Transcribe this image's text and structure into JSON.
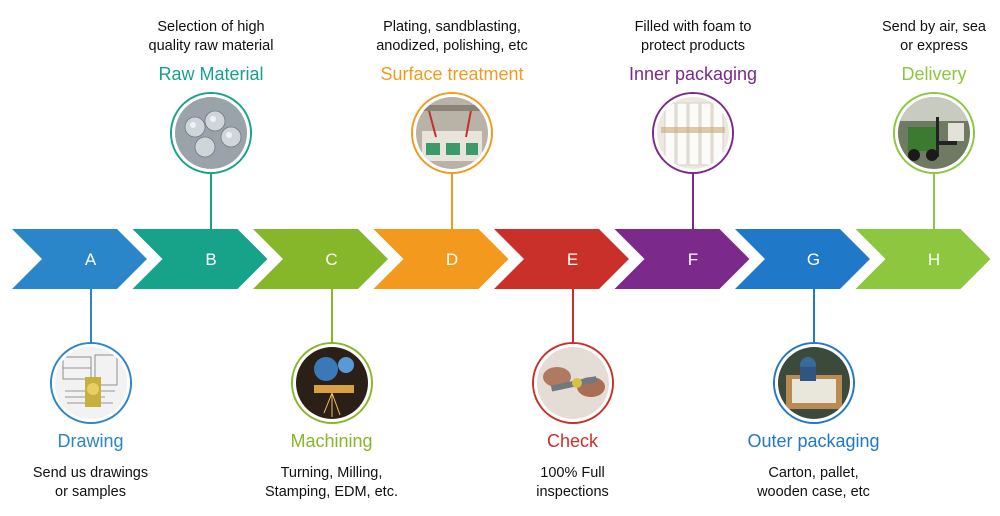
{
  "colors": {
    "A": "#2a86c8",
    "B": "#17a28a",
    "C": "#86b72a",
    "D": "#f39a1e",
    "E": "#c9302a",
    "F": "#7b2a8c",
    "G": "#1f78c8",
    "H": "#8dc63f"
  },
  "steps": [
    {
      "letter": "A",
      "title": "Drawing",
      "desc": [
        "Send us drawings",
        "or samples"
      ],
      "icon": "blueprint-drawing-photo",
      "position": "bottom"
    },
    {
      "letter": "B",
      "title": "Raw Material",
      "desc": [
        "Selection of high",
        "quality raw material"
      ],
      "icon": "steel-bars-photo",
      "position": "top"
    },
    {
      "letter": "C",
      "title": "Machining",
      "desc": [
        "Turning, Milling,",
        "Stamping, EDM, etc."
      ],
      "icon": "cnc-machining-photo",
      "position": "bottom"
    },
    {
      "letter": "D",
      "title": "Surface treatment",
      "desc": [
        "Plating, sandblasting,",
        "anodized, polishing, etc"
      ],
      "icon": "plating-line-photo",
      "position": "top"
    },
    {
      "letter": "E",
      "title": "Check",
      "desc": [
        "100% Full",
        "inspections"
      ],
      "icon": "caliper-inspection-photo",
      "position": "bottom"
    },
    {
      "letter": "F",
      "title": "Inner packaging",
      "desc": [
        "Filled with foam to",
        "protect products"
      ],
      "icon": "foam-packaging-photo",
      "position": "top"
    },
    {
      "letter": "G",
      "title": "Outer packaging",
      "desc": [
        "Carton, pallet,",
        "wooden case, etc"
      ],
      "icon": "carton-packing-photo",
      "position": "bottom"
    },
    {
      "letter": "H",
      "title": "Delivery",
      "desc": [
        "Send by air, sea",
        "or express"
      ],
      "icon": "forklift-delivery-photo",
      "position": "top"
    }
  ]
}
